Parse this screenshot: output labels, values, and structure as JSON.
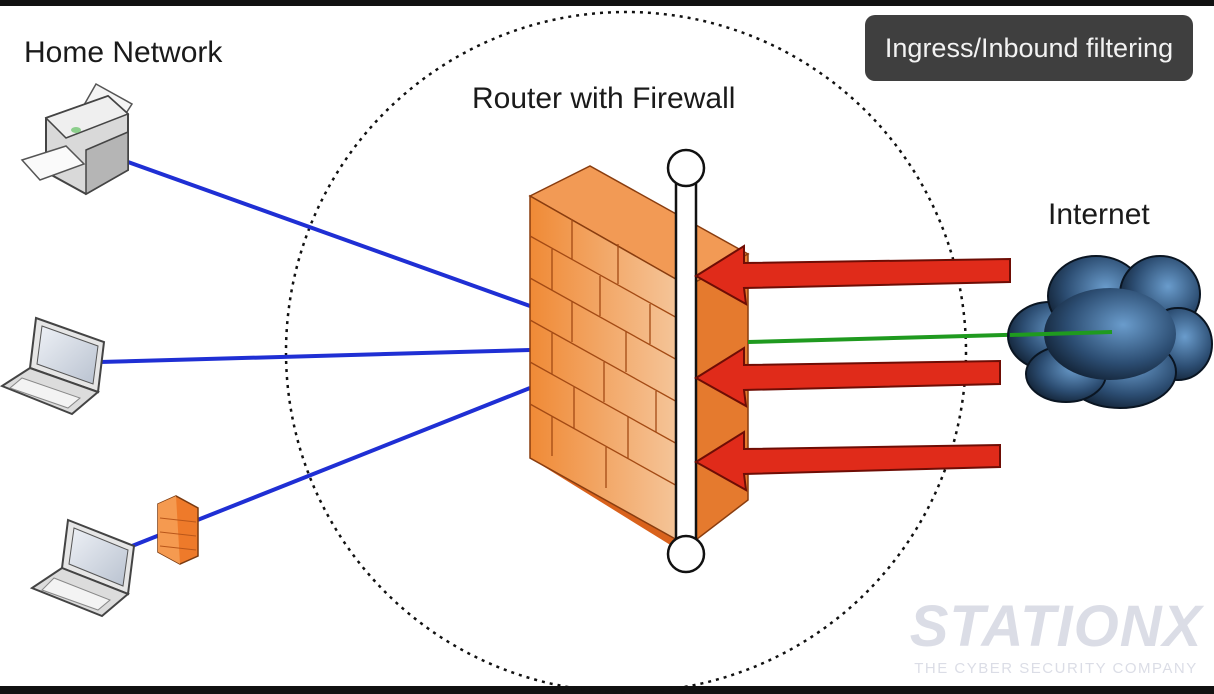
{
  "labels": {
    "home_network": "Home Network",
    "router": "Router with Firewall",
    "internet": "Internet"
  },
  "badge": {
    "text": "Ingress/Inbound filtering"
  },
  "brand": {
    "name": "STATIONX",
    "tagline": "THE CYBER SECURITY COMPANY"
  },
  "colors": {
    "lan_link": "#1f2fd4",
    "allowed_link": "#1f9a1f",
    "blocked_arrow": "#e02b1a",
    "firewall_brick": "#ee7a2a",
    "badge_bg": "#3f3f3f",
    "cloud": "#2a4a6a"
  },
  "icons": [
    "printer-icon",
    "laptop-icon",
    "laptop-icon",
    "personal-firewall-icon",
    "firewall-icon",
    "cloud-icon"
  ]
}
